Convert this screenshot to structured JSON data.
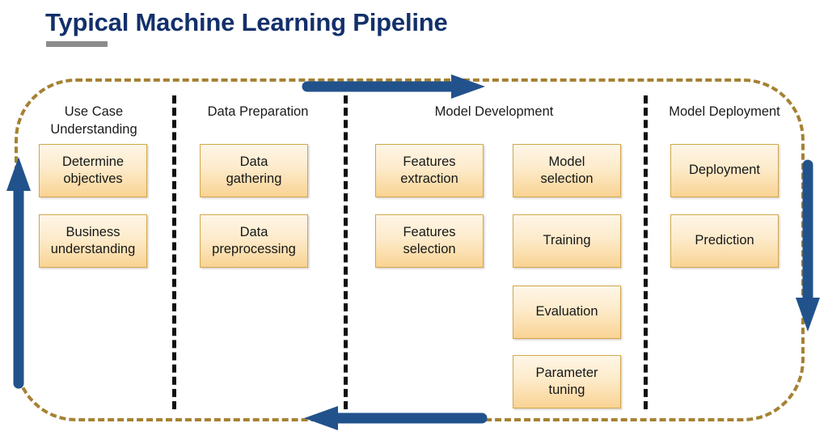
{
  "title": {
    "text": "Typical Machine Learning Pipeline",
    "color": "#13306B",
    "rule_color": "#8C8C8C"
  },
  "theme": {
    "box_fill_top": "#FEF6E7",
    "box_fill_bottom": "#F9D393",
    "box_border": "#D2A74C",
    "loop_border_color": "#A58233",
    "separator_color": "#111111",
    "arrow_color": "#22528C",
    "background": "#FFFFFF"
  },
  "columns": [
    {
      "id": "use-case-understanding",
      "heading": "Use Case\nUnderstanding",
      "heading_line1": "Use Case",
      "heading_line2": "Understanding",
      "boxes": [
        {
          "label": "Determine objectives",
          "line1": "Determine",
          "line2": "objectives"
        },
        {
          "label": "Business understanding",
          "line1": "Business",
          "line2": "understanding"
        }
      ]
    },
    {
      "id": "data-preparation",
      "heading": "Data Preparation",
      "heading_line1": "Data Preparation",
      "heading_line2": "",
      "boxes": [
        {
          "label": "Data gathering",
          "line1": "Data",
          "line2": "gathering"
        },
        {
          "label": "Data preprocessing",
          "line1": "Data",
          "line2": "preprocessing"
        }
      ]
    },
    {
      "id": "model-development",
      "heading": "Model Development",
      "heading_line1": "Model Development",
      "heading_line2": "",
      "boxes": [
        {
          "label": "Features extraction",
          "line1": "Features",
          "line2": "extraction"
        },
        {
          "label": "Features selection",
          "line1": "Features",
          "line2": "selection"
        },
        {
          "label": "Model selection",
          "line1": "Model",
          "line2": "selection"
        },
        {
          "label": "Training",
          "line1": "Training",
          "line2": ""
        },
        {
          "label": "Evaluation",
          "line1": "Evaluation",
          "line2": ""
        },
        {
          "label": "Parameter tuning",
          "line1": "Parameter",
          "line2": "tuning"
        }
      ]
    },
    {
      "id": "model-deployment",
      "heading": "Model Deployment",
      "heading_line1": "Model Deployment",
      "heading_line2": "",
      "boxes": [
        {
          "label": "Deployment",
          "line1": "Deployment",
          "line2": ""
        },
        {
          "label": "Prediction",
          "line1": "Prediction",
          "line2": ""
        }
      ]
    }
  ],
  "arrows": [
    {
      "id": "top-arrow",
      "direction": "right",
      "meaning": "forward-flow"
    },
    {
      "id": "right-arrow",
      "direction": "down",
      "meaning": "loop-down"
    },
    {
      "id": "bottom-arrow",
      "direction": "left",
      "meaning": "feedback-loop"
    },
    {
      "id": "left-arrow",
      "direction": "up",
      "meaning": "loop-up"
    }
  ]
}
